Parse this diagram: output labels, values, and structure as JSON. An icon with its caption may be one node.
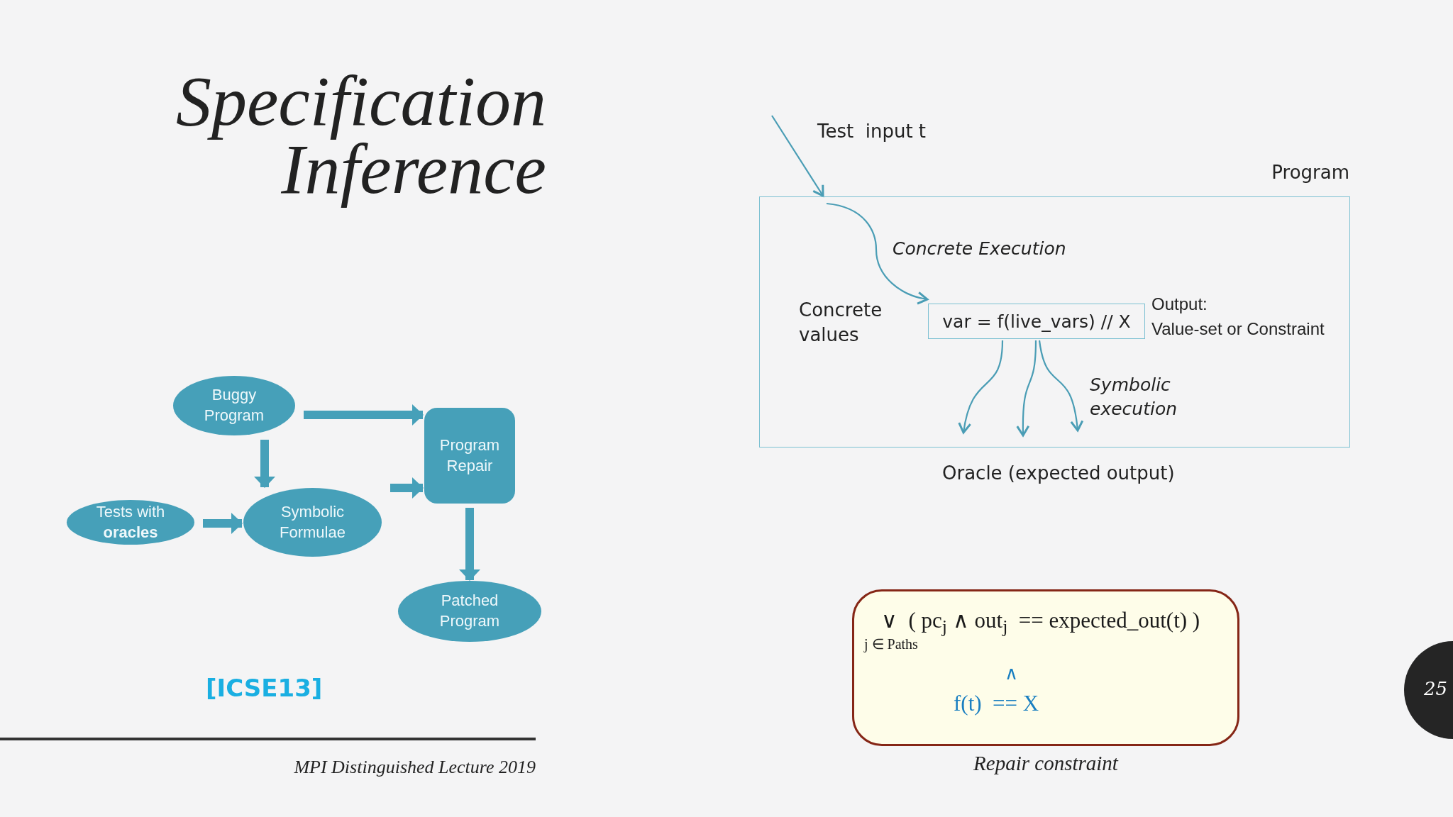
{
  "diagram": {
    "title": "Specification Inference",
    "nodes": [
      {
        "text": [
          "Buggy Program"
        ]
      },
      {
        "text": [
          "Program Repair"
        ]
      },
      {
        "text": [
          "Tests with **oracles**"
        ]
      },
      {
        "text": [
          "Symbolic Formulae"
        ]
      },
      {
        "text": [
          "Patched Program"
        ]
      },
      {
        "text": [
          "Program"
        ]
      },
      {
        "text": [
          "var = f(live_vars) // X"
        ],
        "in": 5,
        "beside": [
          "Output:",
          "Value-set or Constraint"
        ]
      },
      {
        "text": [
          "∨  ( pc$_{j}$ ∧ out$_{j}$  == expected_out(t) )",
          "j ∈ Paths",
          "∧",
          "f(t)  == X"
        ],
        "beside": [
          "Repair constraint"
        ]
      },
      {
        "text": [
          "25"
        ]
      }
    ],
    "edges": [
      {
        "from": 0,
        "to": 1,
        "arrow": "to",
        "style": "thick"
      },
      {
        "from": 0,
        "to": 3,
        "arrow": "to",
        "style": "thick"
      },
      {
        "from": 2,
        "to": 3,
        "arrow": "to",
        "style": "thick"
      },
      {
        "from": 3,
        "to": 1,
        "arrow": "to",
        "style": "thick"
      },
      {
        "from": 1,
        "to": 4,
        "arrow": "to",
        "style": "thick"
      },
      {
        "from": null,
        "to": 5,
        "arrow": "to"
      },
      {
        "from": null,
        "to": 6,
        "arrow": "to",
        "label": "Concrete Execution"
      },
      {
        "from": 6,
        "to": null,
        "arrow": "to"
      },
      {
        "from": 6,
        "to": null,
        "arrow": "to"
      },
      {
        "from": 6,
        "to": null,
        "arrow": "to",
        "label": "Symbolic execution"
      }
    ],
    "labels": [
      "[ICSE13]",
      "MPI Distinguished Lecture 2019",
      "Test  input t",
      "Concrete values",
      "Oracle (expected output)"
    ]
  }
}
